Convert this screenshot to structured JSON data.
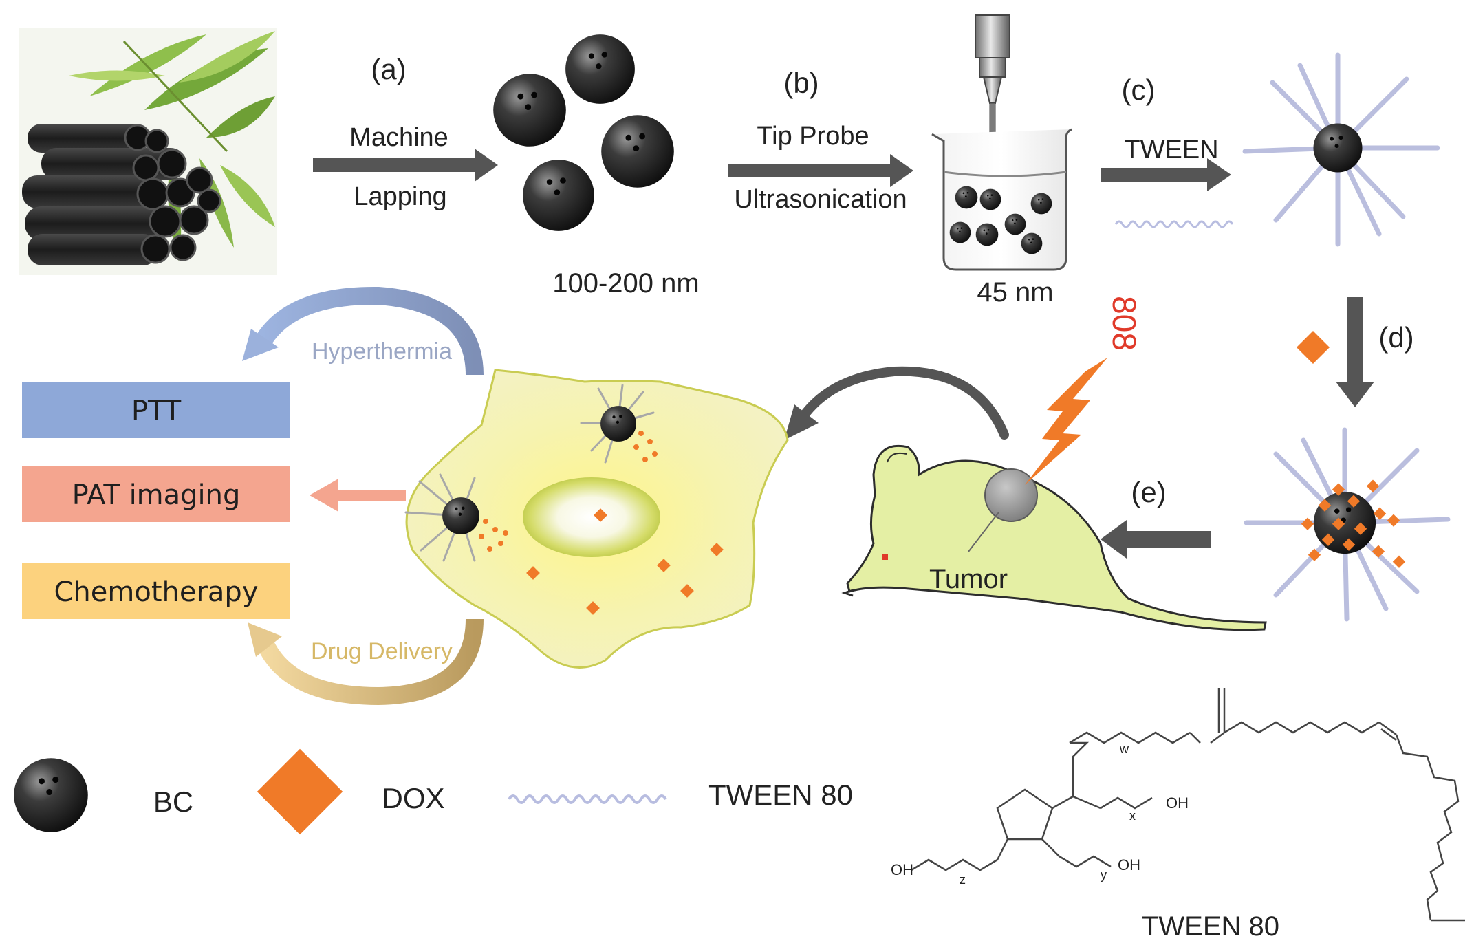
{
  "steps": {
    "a": {
      "tag": "(a)",
      "line1": "Machine",
      "line2": "Lapping",
      "size": "100-200 nm"
    },
    "b": {
      "tag": "(b)",
      "line1": "Tip Probe",
      "line2": "Ultrasonication",
      "size": "45 nm"
    },
    "c": {
      "tag": "(c)",
      "label": "TWEEN"
    },
    "d": {
      "tag": "(d)"
    },
    "e": {
      "tag": "(e)"
    }
  },
  "laser": {
    "wavelength": "808"
  },
  "mouse": {
    "tumor_label": "Tumor"
  },
  "therapy": {
    "boxes": [
      {
        "label": "PTT",
        "color": "#8ea8d8"
      },
      {
        "label": "PAT imaging",
        "color": "#f4a58f"
      },
      {
        "label": "Chemotherapy",
        "color": "#fcd27e"
      }
    ],
    "hyperthermia": "Hyperthermia",
    "drug_delivery": "Drug Delivery"
  },
  "legend": {
    "bc": "BC",
    "dox": "DOX",
    "tween": "TWEEN 80"
  },
  "structure": {
    "caption": "TWEEN 80",
    "oh1": "OH",
    "oh2": "OH",
    "oh3": "OH",
    "w": "w",
    "x": "x",
    "y": "y",
    "z": "z"
  },
  "colors": {
    "arrow": "#555555",
    "dox": "#f07a28",
    "laser": "#f07a28",
    "laser_text": "#e03a2a",
    "cell_fill": "#f4f2a8",
    "cell_stroke": "#c9cc52",
    "mouse_fill": "#e4efa4",
    "hyper_arrow": "#9bb1dc",
    "drug_arrow": "#d9b878"
  }
}
